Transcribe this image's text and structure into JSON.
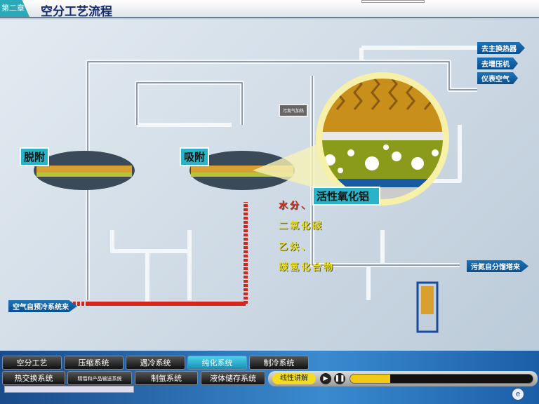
{
  "header": {
    "chapter": "第二章",
    "title": "空分工艺流程"
  },
  "diagram": {
    "outlets": [
      "去主换热器",
      "去增压机",
      "仪表空气"
    ],
    "inlet_air": "空气自预冷系统来",
    "inlet_waste": "污氮自分馏塔来",
    "vessel_left": "脱附",
    "vessel_right": "吸附",
    "adsorbent": "活性氧化铝",
    "heater_label": "污氮气加热",
    "impurities": [
      "水分、",
      "二氧化碳",
      "乙炔、",
      "碳氢化合物"
    ]
  },
  "nav": {
    "row1": [
      "空分工艺",
      "压缩系统",
      "遇冷系统",
      "纯化系统",
      "制冷系统"
    ],
    "row2": [
      "热交换系统",
      "精馏和产品输送系统",
      "制氩系统",
      "液体储存系统"
    ],
    "active": "纯化系统",
    "lecture": "线性讲解",
    "progress": 0.22
  }
}
